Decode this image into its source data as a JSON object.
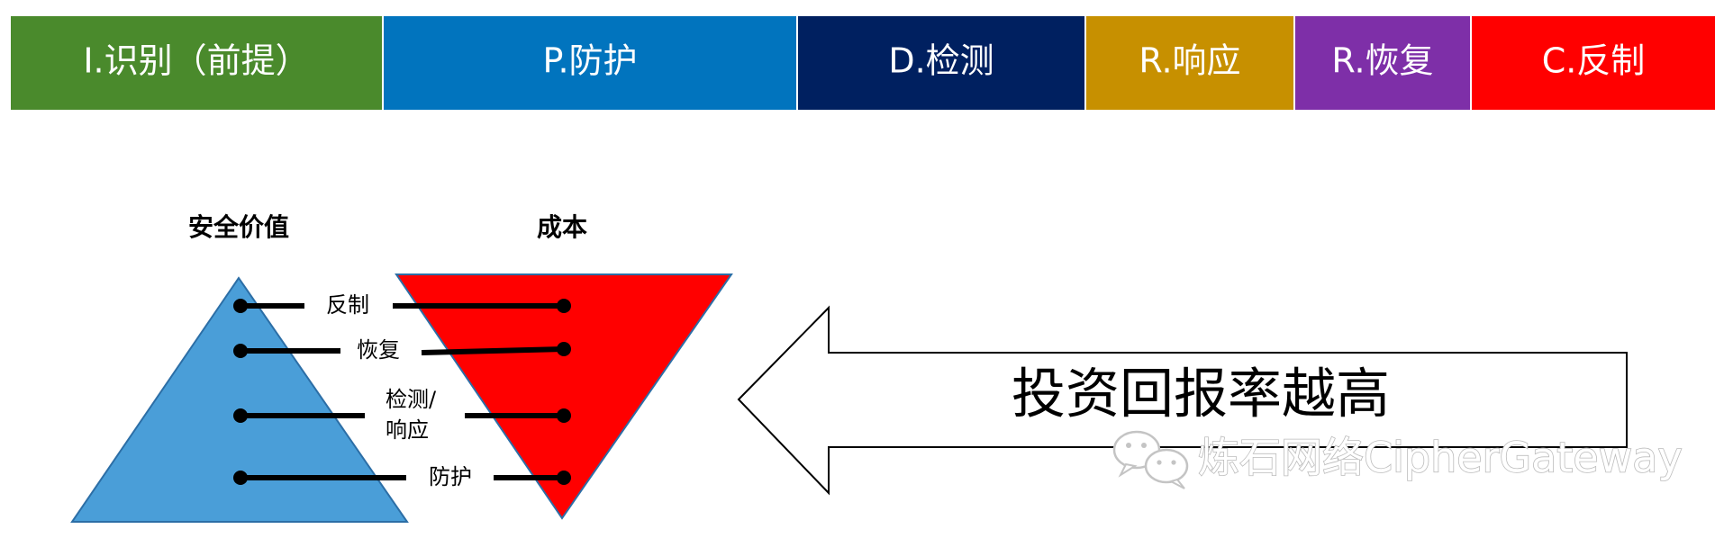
{
  "phases": [
    {
      "label": "I.识别（前提）",
      "color": "#4A8A2C"
    },
    {
      "label": "P.防护",
      "color": "#0174BE"
    },
    {
      "label": "D.检测",
      "color": "#002060"
    },
    {
      "label": "R.响应",
      "color": "#C79000"
    },
    {
      "label": "R.恢复",
      "color": "#7E2FA8"
    },
    {
      "label": "C.反制",
      "color": "#FF0000"
    }
  ],
  "pyramid": {
    "value_heading": "安全价值",
    "cost_heading": "成本",
    "value_color": "#4A9ED8",
    "cost_color": "#FF0000",
    "levels": [
      {
        "line1": "反制",
        "line2": ""
      },
      {
        "line1": "恢复",
        "line2": ""
      },
      {
        "line1": "检测/",
        "line2": "响应"
      },
      {
        "line1": "防护",
        "line2": ""
      }
    ]
  },
  "arrow": {
    "text": "投资回报率越高"
  },
  "watermark": {
    "text": "炼石网络CipherGateway"
  }
}
